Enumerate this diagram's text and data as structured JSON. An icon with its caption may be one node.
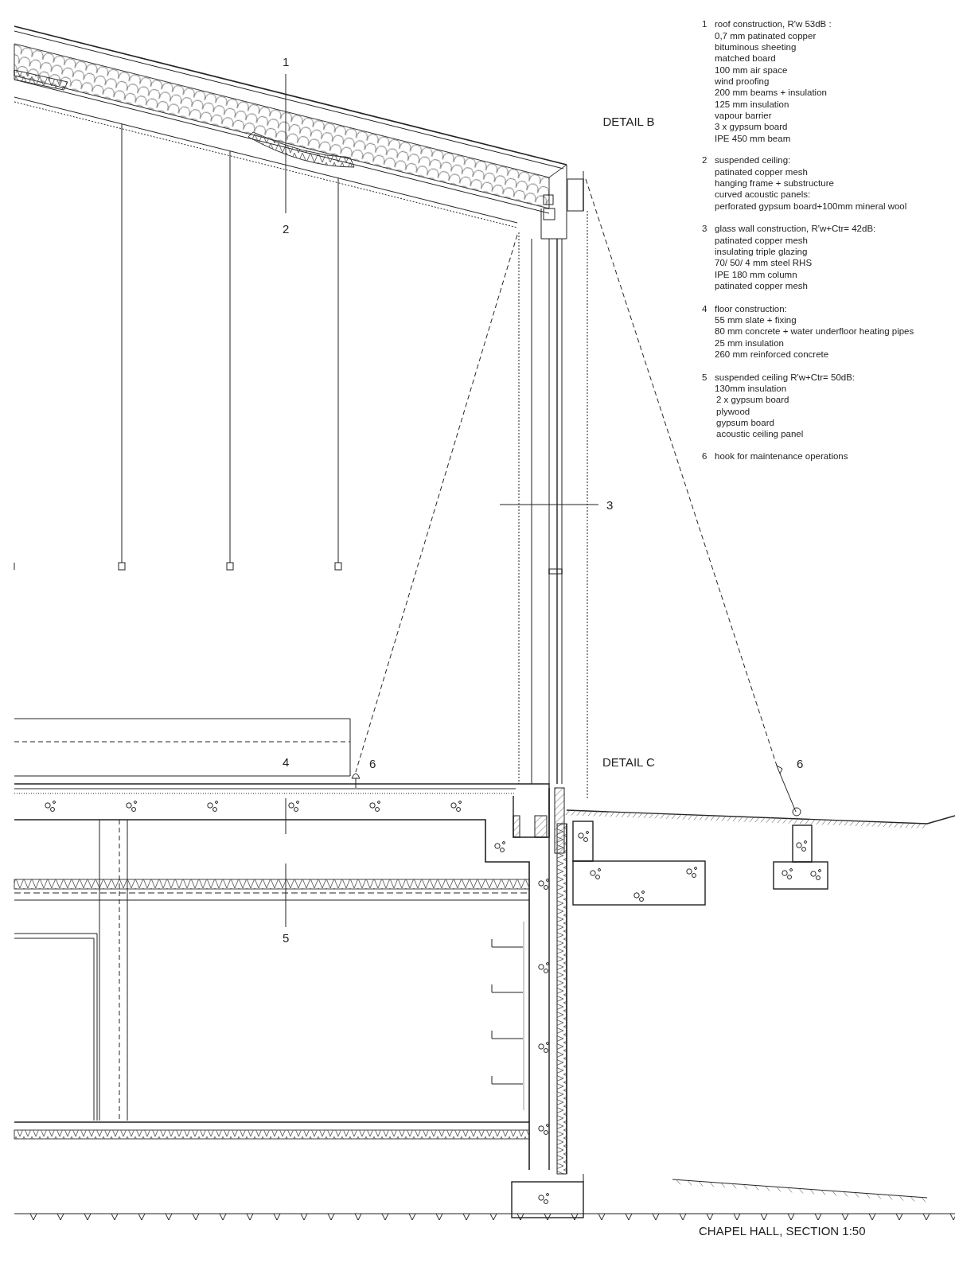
{
  "diagram": {
    "caption": "CHAPEL HALL, SECTION 1:50",
    "labels": [
      "1",
      "2",
      "DETAIL B",
      "3",
      "4",
      "6",
      "DETAIL C",
      "6",
      "5",
      "1",
      "roof construction, R'w 53dB :",
      "0,7 mm patinated copper",
      "bituminous sheeting",
      "matched board",
      "100 mm air space",
      "wind proofing",
      "200 mm beams + insulation",
      "125 mm insulation",
      "vapour barrier",
      "3 x gypsum board",
      "IPE 450 mm beam",
      "2",
      "suspended ceiling:",
      "patinated copper mesh",
      "hanging frame + substructure",
      "curved acoustic panels:",
      "perforated gypsum board+100mm mineral wool",
      "3",
      "glass wall construction, R'w+Ctr= 42dB:",
      "patinated copper mesh",
      "insulating triple glazing",
      "70/ 50/ 4 mm steel RHS",
      "IPE 180 mm column",
      "patinated copper mesh",
      "4",
      "floor construction:",
      "55 mm slate + fixing",
      "80 mm concrete + water underfloor heating pipes",
      "25 mm insulation",
      "260 mm reinforced concrete",
      "5",
      "suspended ceiling  R'w+Ctr= 50dB:",
      "130mm insulation",
      "2 x gypsum board",
      "plywood",
      "gypsum board",
      "acoustic ceiling panel",
      "6",
      "hook for maintenance operations"
    ]
  }
}
